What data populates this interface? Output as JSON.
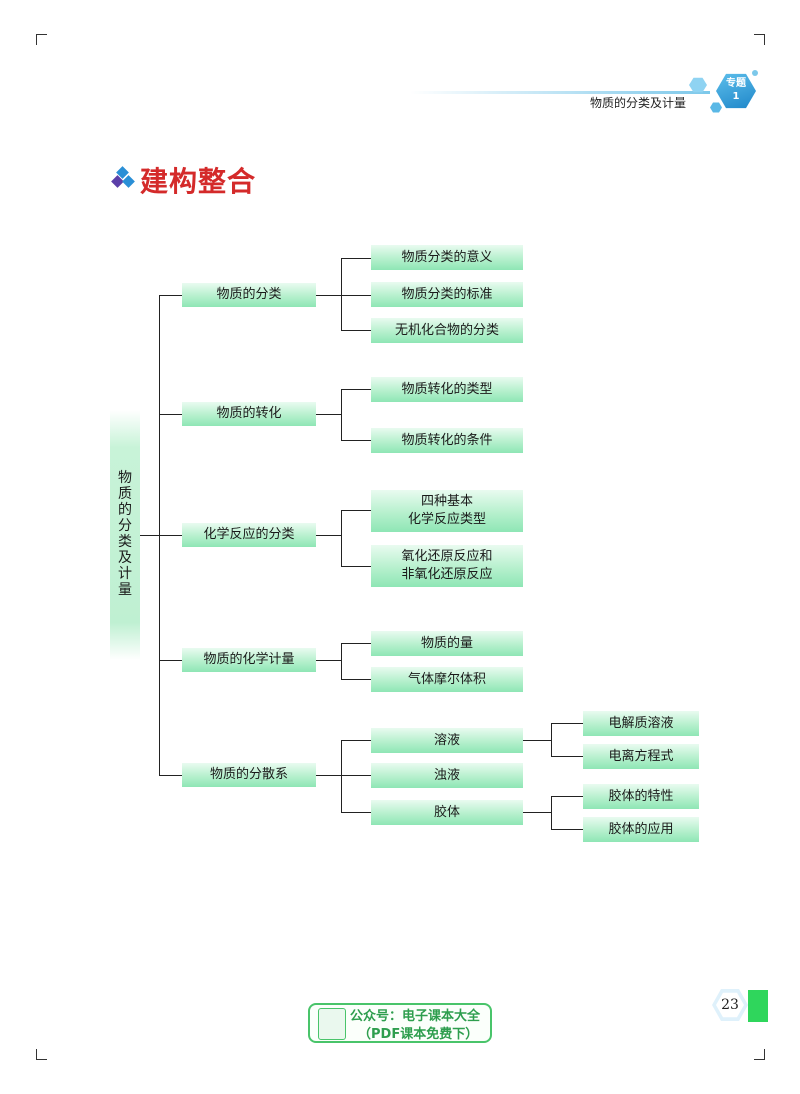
{
  "header": {
    "chapter_label": "专题",
    "chapter_number": "1",
    "section_name": "物质的分类及计量"
  },
  "section_title": "建构整合",
  "root": {
    "label": "物质的分类及计量"
  },
  "branches": [
    {
      "label": "物质的分类",
      "children": [
        "物质分类的意义",
        "物质分类的标准",
        "无机化合物的分类"
      ]
    },
    {
      "label": "物质的转化",
      "children": [
        "物质转化的类型",
        "物质转化的条件"
      ]
    },
    {
      "label": "化学反应的分类",
      "children": [
        "四种基本\n化学反应类型",
        "氧化还原反应和\n非氧化还原反应"
      ]
    },
    {
      "label": "物质的化学计量",
      "children": [
        "物质的量",
        "气体摩尔体积"
      ]
    },
    {
      "label": "物质的分散系",
      "children": [
        {
          "label": "溶液",
          "children": [
            "电解质溶液",
            "电离方程式"
          ]
        },
        {
          "label": "浊液"
        },
        {
          "label": "胶体",
          "children": [
            "胶体的特性",
            "胶体的应用"
          ]
        }
      ]
    }
  ],
  "page_number": "23",
  "watermark": {
    "line1": "公众号：电子课本大全",
    "line2": "（PDF课本免费下）"
  }
}
